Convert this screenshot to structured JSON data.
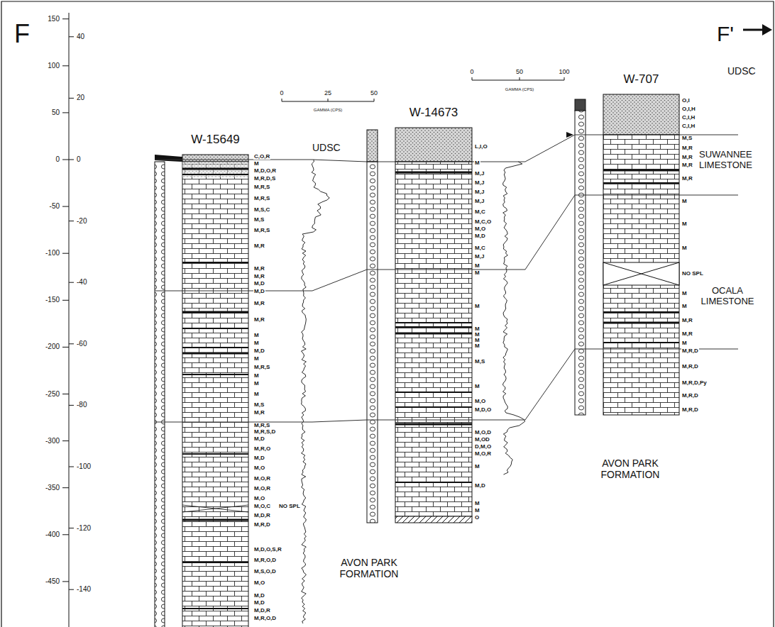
{
  "diagram": {
    "nodes": [
      {
        "text": [
          "W-15649"
        ]
      },
      {
        "text": [
          "W-14673"
        ]
      },
      {
        "text": [
          "W-707"
        ]
      }
    ],
    "edges": [
      {
        "from": 0,
        "to": 1,
        "arrow": "none"
      },
      {
        "from": 0,
        "to": 1,
        "arrow": "none"
      },
      {
        "from": 0,
        "to": 1,
        "arrow": "none"
      },
      {
        "from": 1,
        "to": 2,
        "arrow": "none"
      },
      {
        "from": 1,
        "to": 2,
        "arrow": "none"
      },
      {
        "from": 1,
        "to": 2,
        "arrow": "none"
      }
    ],
    "labels": [
      "F",
      "F'",
      "150",
      "100",
      "50",
      "0",
      "-50",
      "-100",
      "-150",
      "-200",
      "-250",
      "-300",
      "-350",
      "-400",
      "-450",
      "40",
      "20",
      "0",
      "-20",
      "-40",
      "-60",
      "-80",
      "-100",
      "-120",
      "-140",
      "0",
      "25",
      "50",
      "GAMMA (CPS)",
      "0",
      "50",
      "100",
      "GAMMA (CPS)",
      "UDSC",
      "UDSC",
      "SUWANNEE LIMESTONE",
      "OCALA LIMESTONE",
      "AVON PARK FORMATION",
      "AVON PARK FORMATION",
      "C,O,R",
      "M",
      "M,D,O,R",
      "M,R,D,S",
      "M,R,S",
      "M,R,S",
      "M,S,C",
      "M,S",
      "M,R,S",
      "M,R",
      "M,R",
      "M,R",
      "M,D",
      "M,D",
      "M,R",
      "M,R",
      "M",
      "M",
      "M,D",
      "M",
      "M,R,S",
      "M",
      "M",
      "M",
      "M,S",
      "M,R",
      "M,R,S",
      "M,R,S,D",
      "M,D",
      "M,R,O",
      "M,D",
      "M,O",
      "M,O,R",
      "M,O,R",
      "M,O",
      "M,O,C",
      "NO SPL",
      "M,D,R",
      "M,R,D",
      "M,D,O,S,R",
      "M,R,O,D",
      "M,S,O,D",
      "M,O",
      "M,D",
      "M,D",
      "M,D,R",
      "M,R,O,D",
      "L,I,O",
      "M",
      "M,J",
      "M,J",
      "M,J",
      "M,J",
      "M,C",
      "M,C,O",
      "M,O",
      "M,D",
      "M,C",
      "M,J",
      "M",
      "M",
      "M",
      "M",
      "M",
      "M",
      "M",
      "M,S",
      "M",
      "M,O",
      "M,D,O",
      "M,O,D",
      "M,OD",
      "D,M,O",
      "M,O,R",
      "M",
      "M,D",
      "M",
      "M",
      "O",
      "O,I",
      "O,I,H",
      "C,I,H",
      "C,I,H",
      "M,S",
      "M,R",
      "M,R",
      "M,R",
      "M,R",
      "M",
      "M",
      "M",
      "NO SPL",
      "M",
      "M",
      "M,R",
      "M,R",
      "M",
      "M,R,D",
      "M,R,D",
      "M,R,D,Py",
      "M,R,D",
      "M,R,D"
    ]
  }
}
